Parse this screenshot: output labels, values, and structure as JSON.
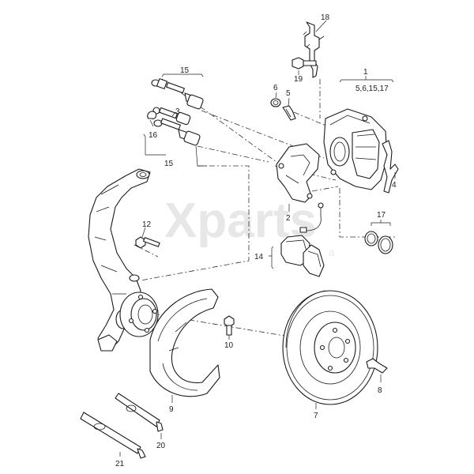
{
  "watermark": {
    "brand": "Xparts",
    "suffix": "a"
  },
  "callouts": {
    "c1": "1",
    "c1_sub": "5,6,15,17",
    "c2": "2",
    "c3": "3",
    "c4": "4",
    "c5": "5",
    "c6": "6",
    "c7": "7",
    "c8": "8",
    "c9": "9",
    "c10": "10",
    "c12": "12",
    "c14": "14",
    "c15a": "15",
    "c15b": "15",
    "c16": "16",
    "c17": "17",
    "c18": "18",
    "c19": "19",
    "c20": "20",
    "c21": "21"
  }
}
